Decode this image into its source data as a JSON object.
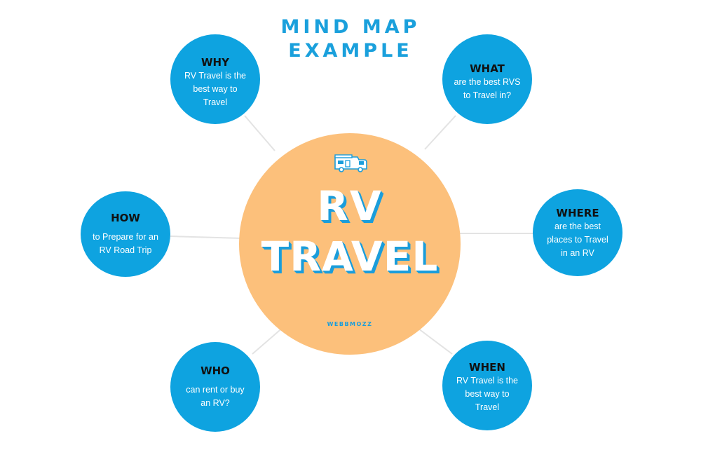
{
  "title": {
    "line1": "MIND MAP",
    "line2": "EXAMPLE"
  },
  "colors": {
    "accent": "#1aa0dc",
    "node": "#0ea3e0",
    "center": "#fcc07b",
    "connector": "#e3e3e3"
  },
  "center": {
    "icon": "rv-icon",
    "line1": "RV",
    "line2": "TRAVEL",
    "brand": "WEBBMOZZ"
  },
  "nodes": {
    "why": {
      "head": "WHY",
      "body": "RV Travel is the best way to Travel"
    },
    "what": {
      "head": "WHAT",
      "body": "are the best RVS to Travel in?"
    },
    "how": {
      "head": "HOW",
      "body": "to Prepare for an RV Road Trip"
    },
    "where": {
      "head": "WHERE",
      "body": "are the best places to Travel in an RV"
    },
    "who": {
      "head": "WHO",
      "body": "can rent or buy an RV?"
    },
    "when": {
      "head": "WHEN",
      "body": "RV Travel is the best way to Travel"
    }
  }
}
